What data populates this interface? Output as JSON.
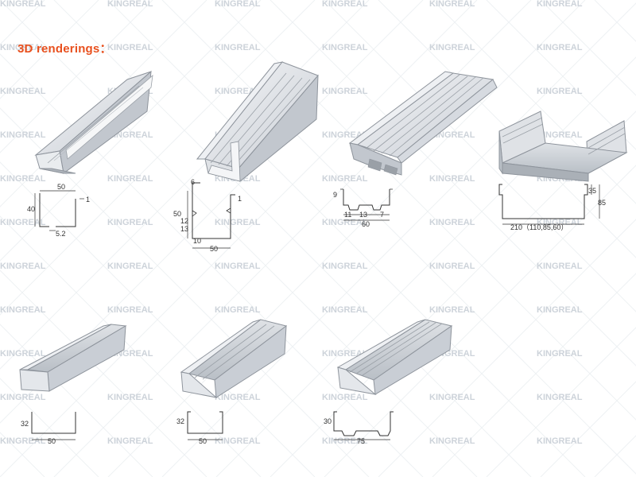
{
  "title": "3D renderings：",
  "watermark": "KINGREAL",
  "colors": {
    "title": "#e8501e",
    "metal_light": "#eef0f3",
    "metal_mid": "#cfd3d9",
    "metal_dark": "#8e949c",
    "watermark": "#cdd3da"
  },
  "profiles": [
    {
      "id": "u-50-40",
      "dims": [
        "50",
        "40",
        "1",
        "5.2"
      ]
    },
    {
      "id": "c-50-50",
      "dims": [
        "6",
        "50",
        "12",
        "13",
        "1",
        "10",
        "50"
      ]
    },
    {
      "id": "c-60-ribbed",
      "dims": [
        "9",
        "11",
        "13",
        "7",
        "60"
      ]
    },
    {
      "id": "u-210-85",
      "dims": [
        "35",
        "85",
        "210（110,85,60）"
      ]
    },
    {
      "id": "u-50-32",
      "dims": [
        "32",
        "50"
      ]
    },
    {
      "id": "c-50-32",
      "dims": [
        "32",
        "50"
      ]
    },
    {
      "id": "c-75-30",
      "dims": [
        "30",
        "75"
      ]
    }
  ]
}
